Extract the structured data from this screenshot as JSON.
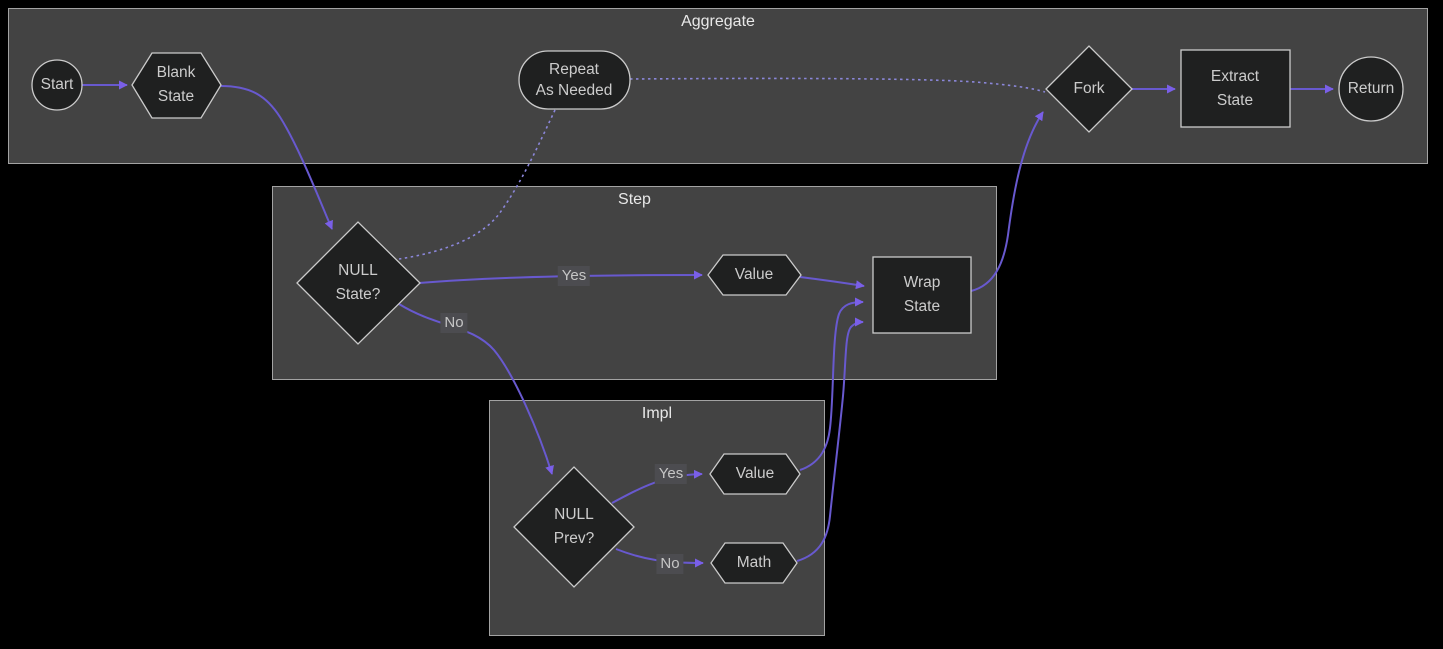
{
  "clusters": {
    "aggregate": {
      "title": "Aggregate"
    },
    "step": {
      "title": "Step"
    },
    "impl": {
      "title": "Impl"
    }
  },
  "nodes": {
    "start": {
      "label": "Start",
      "shape": "circle"
    },
    "blank_state": {
      "label": "Blank\nState",
      "shape": "hexagon"
    },
    "repeat_as_needed": {
      "label": "Repeat\nAs Needed",
      "shape": "stadium"
    },
    "fork": {
      "label": "Fork",
      "shape": "diamond"
    },
    "extract_state": {
      "label": "Extract\nState",
      "shape": "rect"
    },
    "return": {
      "label": "Return",
      "shape": "circle"
    },
    "null_state": {
      "label": "NULL\nState?",
      "shape": "diamond"
    },
    "step_value": {
      "label": "Value",
      "shape": "hexagon"
    },
    "wrap_state": {
      "label": "Wrap\nState",
      "shape": "rect"
    },
    "null_prev": {
      "label": "NULL\nPrev?",
      "shape": "diamond"
    },
    "impl_value": {
      "label": "Value",
      "shape": "hexagon"
    },
    "impl_math": {
      "label": "Math",
      "shape": "hexagon"
    }
  },
  "edge_labels": {
    "step_yes": "Yes",
    "step_no": "No",
    "impl_yes": "Yes",
    "impl_no": "No"
  },
  "edges": [
    {
      "from": "start",
      "to": "blank_state",
      "style": "solid"
    },
    {
      "from": "blank_state",
      "to": "null_state",
      "style": "solid"
    },
    {
      "from": "null_state",
      "to": "step_value",
      "style": "solid",
      "label": "Yes"
    },
    {
      "from": "null_state",
      "to": "null_prev",
      "style": "solid",
      "label": "No"
    },
    {
      "from": "step_value",
      "to": "wrap_state",
      "style": "solid"
    },
    {
      "from": "null_prev",
      "to": "impl_value",
      "style": "solid",
      "label": "Yes"
    },
    {
      "from": "null_prev",
      "to": "impl_math",
      "style": "solid",
      "label": "No"
    },
    {
      "from": "impl_value",
      "to": "wrap_state",
      "style": "solid"
    },
    {
      "from": "impl_math",
      "to": "wrap_state",
      "style": "solid"
    },
    {
      "from": "wrap_state",
      "to": "fork",
      "style": "solid"
    },
    {
      "from": "fork",
      "to": "extract_state",
      "style": "solid"
    },
    {
      "from": "extract_state",
      "to": "return",
      "style": "solid"
    },
    {
      "from": "repeat_as_needed",
      "to": "fork",
      "style": "dotted"
    },
    {
      "from": "repeat_as_needed",
      "to": "null_state",
      "style": "dotted"
    }
  ],
  "colors": {
    "background": "#000000",
    "cluster_fill": "#434343",
    "cluster_border": "#a3a3a3",
    "node_fill": "#1f2020",
    "node_border": "#cbcbcb",
    "node_text": "#cccccc",
    "cluster_title_text": "#e8e8e8",
    "edge_solid": "#6859cf",
    "edge_dotted": "#8b87da",
    "arrowhead": "#7a5fe8",
    "edge_label_bg": "#4c4c50",
    "edge_label_text": "#c6c6c6"
  }
}
